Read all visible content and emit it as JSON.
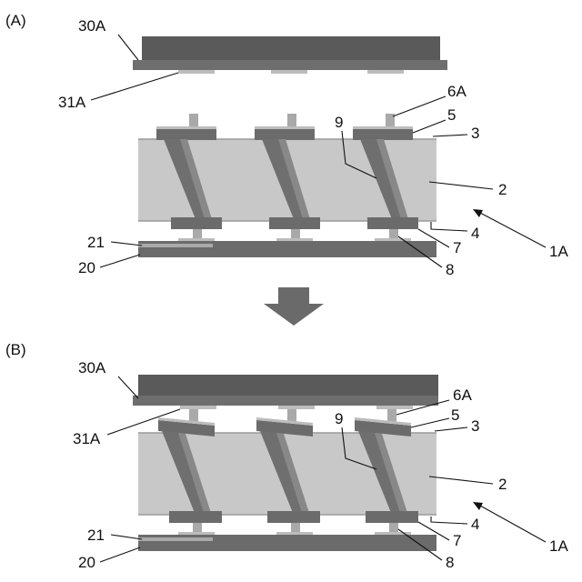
{
  "panels": {
    "a": {
      "label": "(A)"
    },
    "b": {
      "label": "(B)"
    }
  },
  "labels": {
    "chip": "30A",
    "chip_pad": "31A",
    "bump": "6A",
    "top_pad": "5",
    "top_layer": "3",
    "via": "9",
    "interposer": "2",
    "bottom_layer": "4",
    "bottom_pad": "7",
    "bottom_bump": "8",
    "assembly": "1A",
    "board_pad": "21",
    "board": "20"
  },
  "colors": {
    "chip_body": "#5a5a5a",
    "chip_base": "#6e6e6e",
    "pad_light": "#bcbcbc",
    "bump": "#a9a9a9",
    "pad_dark": "#6b6b6b",
    "interposer": "#c8c8c8",
    "via_dark": "#6f6f6f",
    "via_light": "#888888",
    "board": "#6b6b6b",
    "board_pad": "#a9a9a9",
    "process_arrow": "#6a6a6a"
  }
}
